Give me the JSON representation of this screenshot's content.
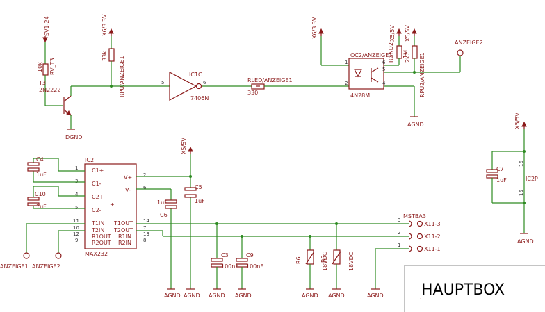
{
  "supplies": {
    "sv1": "SV1-24",
    "x6_33": "X6/3.3V",
    "x6_33b": "X6/3.3V",
    "x5_5a": "X5/5V",
    "x5_5b": "X5/5V",
    "x5_5c": "X5/5V",
    "x5_5d": "X5/5V"
  },
  "grounds": {
    "dgnd": "DGND",
    "agnd": "AGND"
  },
  "parts": {
    "t3_name": "T3",
    "t3_value": "2N2222",
    "rv_t3": "RV_T3",
    "rv_t3_val": "10k",
    "rpu_anz1": "RPU/ANZEIGE1",
    "rpu_anz1_val": "33k",
    "ic1c": "IC1C",
    "ic1c_type": "7406N",
    "pin5": "5",
    "pin6": "6",
    "rled": "RLED/ANZEIGE1",
    "rled_val": "330",
    "oc2": "OC2/ANZEIGE1",
    "oc2_type": "4N28M",
    "oc2_p1": "1",
    "oc2_p2": "2",
    "oc2_p4": "4",
    "oc2_p5": "5",
    "oc2_p6": "6",
    "rgnd": "RGND2",
    "rgnd_val": "1M",
    "rpu2": "RPU2/ANZEIGE1",
    "rpu2_val": "2k7",
    "anzeige2_top": "ANZEIGE2"
  },
  "max232": {
    "name": "IC2",
    "type": "MAX232",
    "pins_left": [
      "C1+",
      "C1-",
      "C2+",
      "C2-",
      "T1IN",
      "T2IN",
      "R1OUT",
      "R2OUT"
    ],
    "pinnum_left": [
      "1",
      "3",
      "4",
      "5",
      "11",
      "10",
      "12",
      "9"
    ],
    "pins_right": [
      "V+",
      "V-",
      "T1OUT",
      "T2OUT",
      "R1IN",
      "R2IN"
    ],
    "pinnum_right": [
      "2",
      "6",
      "14",
      "7",
      "13",
      "8"
    ]
  },
  "caps": {
    "c4": "C4",
    "c4_val": "1uF",
    "c10": "C10",
    "c10_val": "1uF",
    "c5": "C5",
    "c5_val": "1uF",
    "c6": "C6",
    "c6_val": "1uF",
    "c3": "C3",
    "c3_val": "100nF",
    "c9": "C9",
    "c9_val": "100nF",
    "c7": "C7",
    "c7_val": "1uF"
  },
  "diodes": {
    "r6": "R6",
    "r6_val": "18VDC",
    "r8": "R8",
    "r8_val": "18VDC"
  },
  "connector": {
    "name": "MSTBA3",
    "pins": [
      "X11-3",
      "X11-2",
      "X11-1"
    ],
    "nums": [
      "3",
      "2",
      "1"
    ]
  },
  "labels": {
    "anzeige1": "ANZEIGE1",
    "anzeige2": "ANZEIGE2",
    "ic2p": "IC2P",
    "p16": "16",
    "p15": "15"
  },
  "frame_title": "HAUPTBOX"
}
